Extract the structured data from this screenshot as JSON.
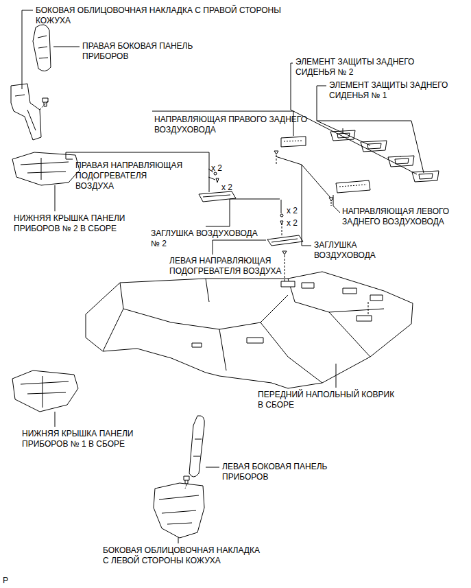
{
  "diagram": {
    "labels": [
      "БОКОВАЯ ОБЛИЦОВОЧНАЯ НАКЛАДКА С ПРАВОЙ СТОРОНЫ КОЖУХА",
      "ПРАВАЯ БОКОВАЯ ПАНЕЛЬ ПРИБОРОВ",
      "ЭЛЕМЕНТ ЗАЩИТЫ ЗАДНЕГО СИДЕНЬЯ № 2",
      "ЭЛЕМЕНТ ЗАЩИТЫ ЗАДНЕГО СИДЕНЬЯ № 1",
      "НАПРАВЛЯЮЩАЯ ПРАВОГО ЗАДНЕГО ВОЗДУХОВОДА",
      "ПРАВАЯ НАПРАВЛЯЮЩАЯ ПОДОГРЕВАТЕЛЯ ВОЗДУХА",
      "x 2",
      "x 2",
      "НИЖНЯЯ КРЫШКА ПАНЕЛИ ПРИБОРОВ № 2 В СБОРЕ",
      "ЗАГЛУШКА ВОЗДУХОВОДА № 2",
      "x 2",
      "x 2",
      "НАПРАВЛЯЮЩАЯ ЛЕВОГО ЗАДНЕГО ВОЗДУХОВОДА",
      "ЗАГЛУШКА ВОЗДУХОВОДА",
      "ЛЕВАЯ НАПРАВЛЯЮЩАЯ ПОДОГРЕВАТЕЛЯ ВОЗДУХА",
      "ПЕРЕДНИЙ НАПОЛЬНЫЙ КОВРИК В СБОРЕ",
      "НИЖНЯЯ КРЫШКА ПАНЕЛИ ПРИБОРОВ № 1 В СБОРЕ",
      "ЛЕВАЯ БОКОВАЯ ПАНЕЛЬ ПРИБОРОВ",
      "БОКОВАЯ ОБЛИЦОВОЧНАЯ НАКЛАДКА С ЛЕВОЙ СТОРОНЫ КОЖУХА",
      "P"
    ]
  }
}
